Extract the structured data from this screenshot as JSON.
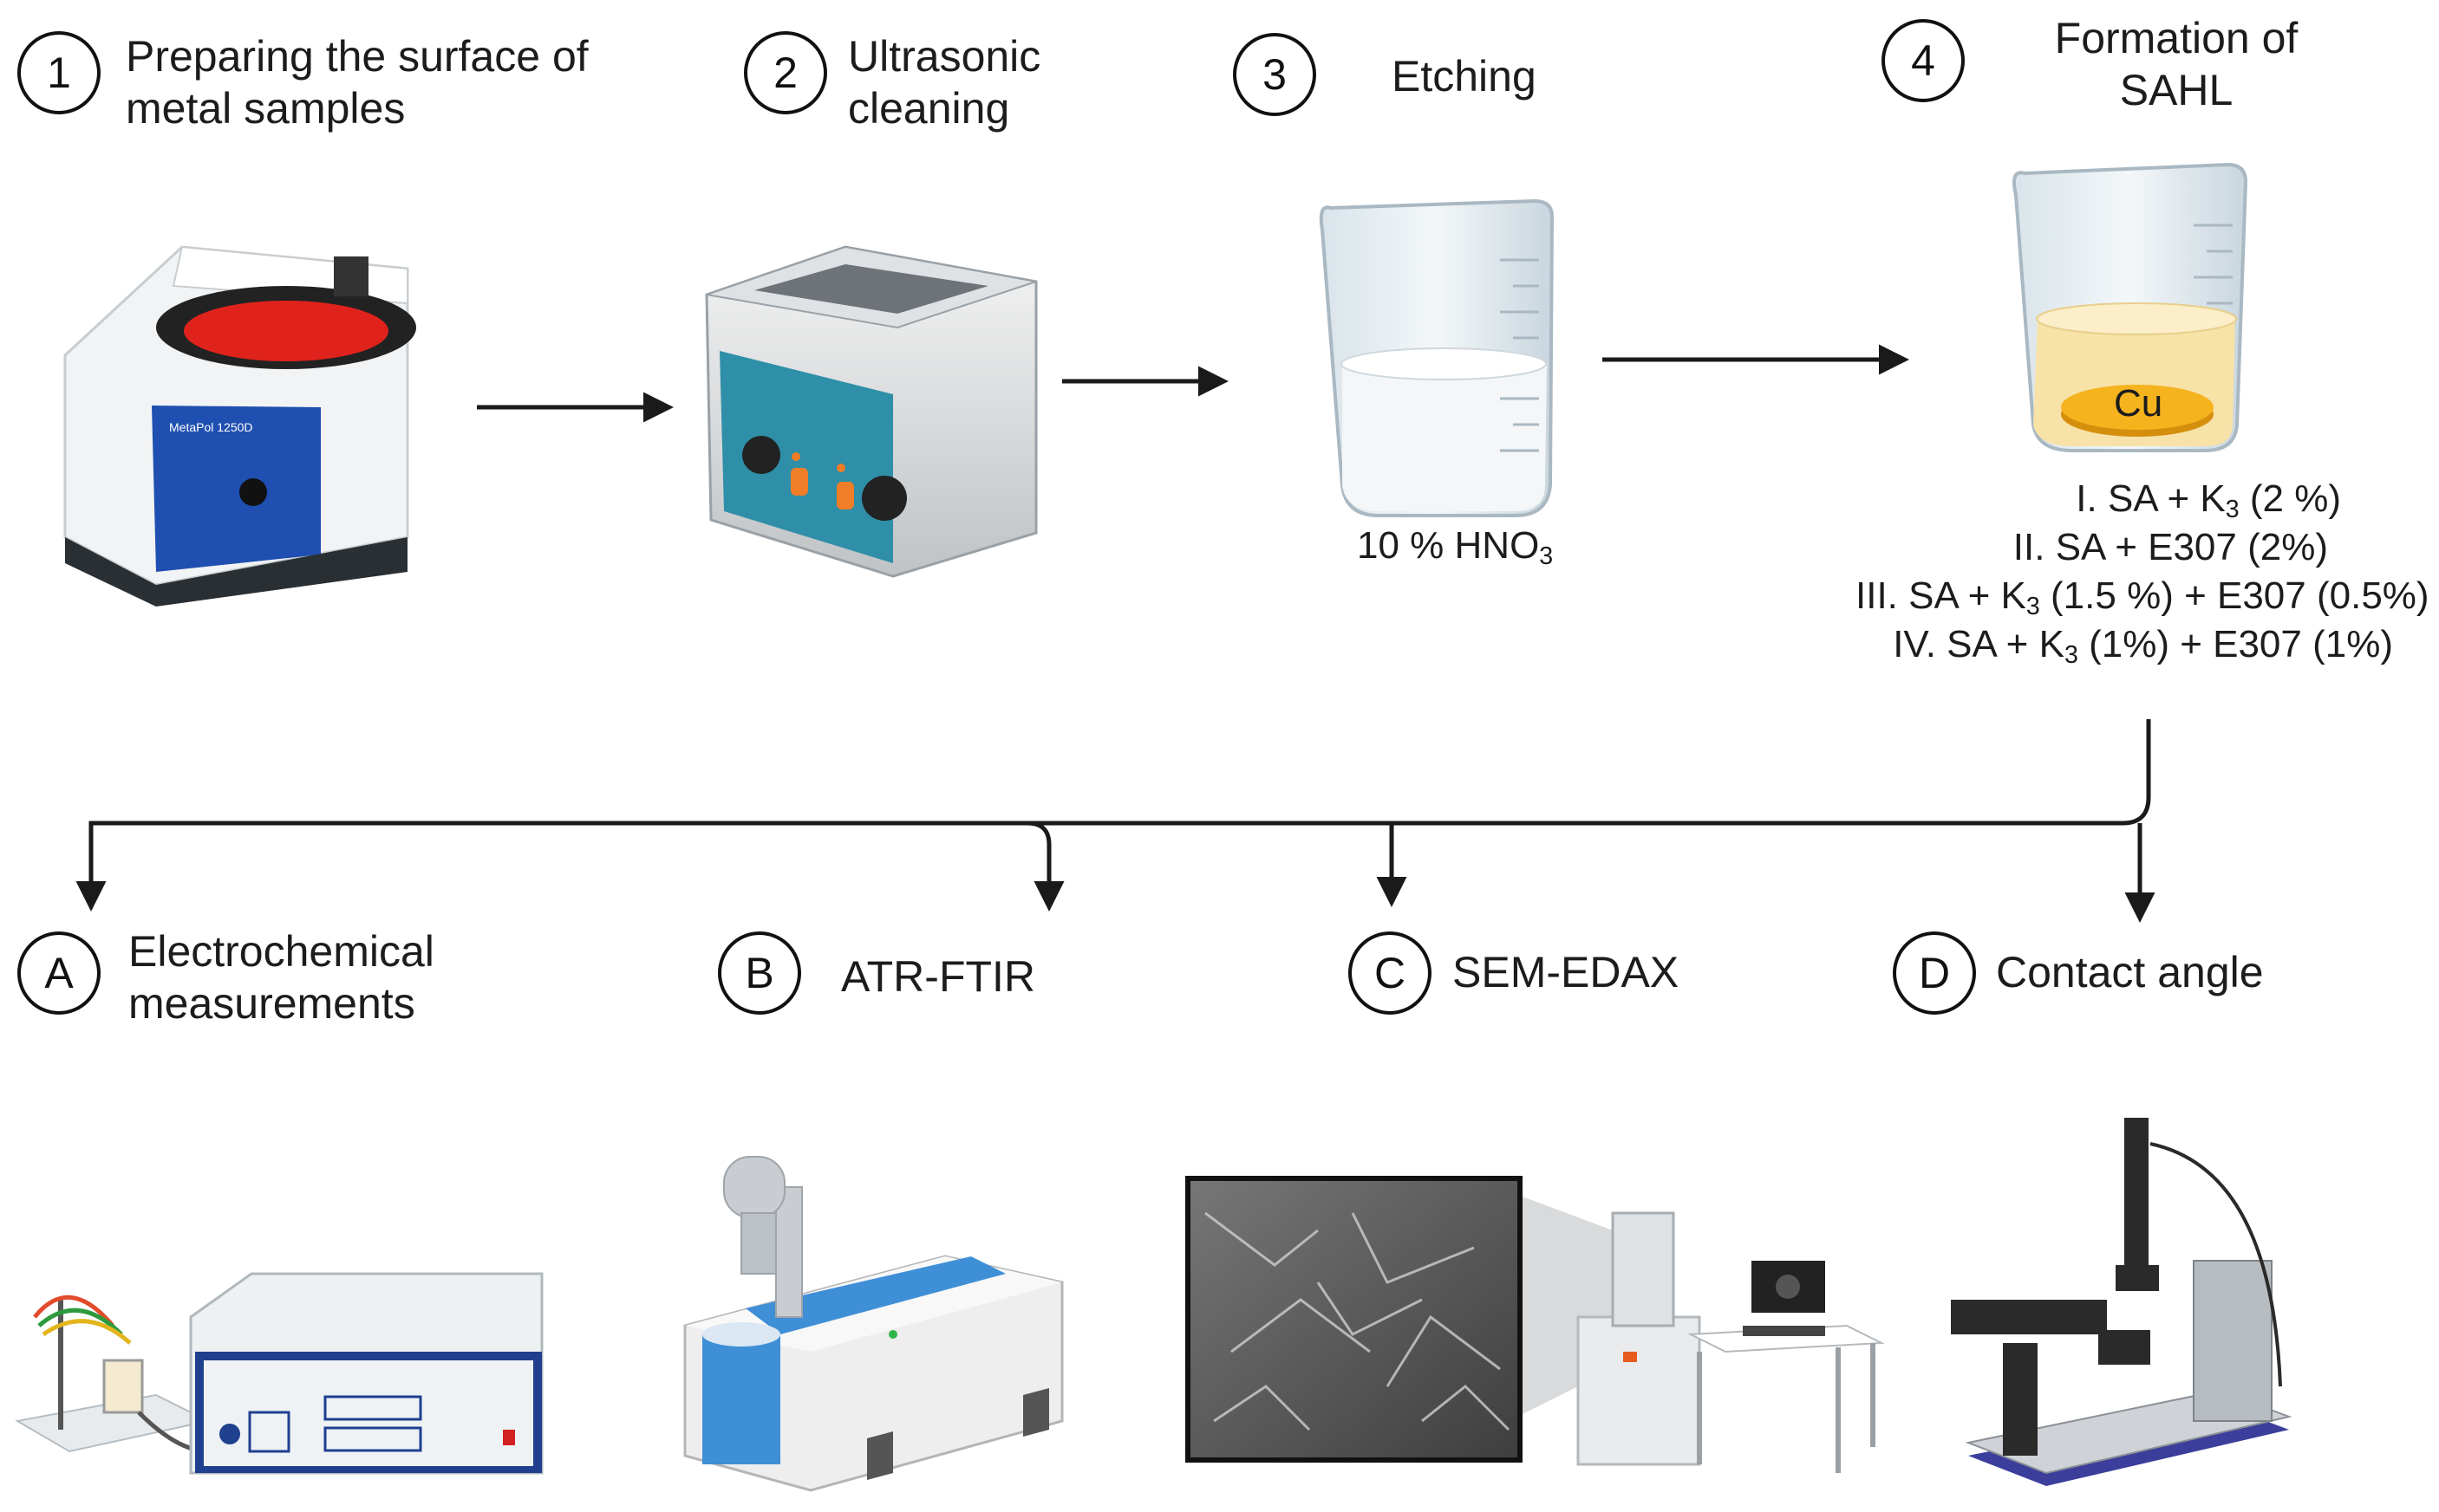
{
  "steps": [
    {
      "num": "1",
      "label_line1": "Preparing the surface of",
      "label_line2": "metal samples",
      "device_text": "MetaPol 1250D"
    },
    {
      "num": "2",
      "label_line1": "Ultrasonic",
      "label_line2": "cleaning"
    },
    {
      "num": "3",
      "label": "Etching",
      "solution_main": "10 % HNO",
      "solution_sub": "3"
    },
    {
      "num": "4",
      "label_line1": "Formation of",
      "label_line2": "SAHL",
      "metal": "Cu"
    }
  ],
  "formulations": [
    {
      "prefix": "I.  SA + K",
      "sub": "3",
      "suffix": " (2 %)"
    },
    {
      "prefix": "II. SA + E307 (2%)",
      "sub": "",
      "suffix": ""
    },
    {
      "prefix": "III. SA + K",
      "sub": "3",
      "suffix": " (1.5 %) + E307 (0.5%)"
    },
    {
      "prefix": "IV. SA + K",
      "sub": "3",
      "suffix": " (1%) + E307 (1%)"
    }
  ],
  "analyses": [
    {
      "num": "A",
      "label_line1": "Electrochemical",
      "label_line2": "measurements"
    },
    {
      "num": "B",
      "label": "ATR-FTIR"
    },
    {
      "num": "C",
      "label": "SEM-EDAX"
    },
    {
      "num": "D",
      "label": "Contact angle"
    }
  ],
  "colors": {
    "arrow": "#1a1a1a",
    "polisher_panel": "#1f4fb0",
    "polisher_disc": "#e0221c",
    "bath_panel": "#2f8fa8",
    "knob_orange": "#f07d27",
    "cu_disc": "#f5b31e",
    "liquid": "#f7e2a8",
    "ftir_blue": "#3f8fd6"
  },
  "icons": [
    "polisher-icon",
    "ultrasonic-bath-icon",
    "beaker-icon",
    "beaker-cu-icon",
    "potentiostat-icon",
    "ftir-spectrometer-icon",
    "sem-micrograph-icon",
    "sem-instrument-icon",
    "goniometer-icon"
  ]
}
